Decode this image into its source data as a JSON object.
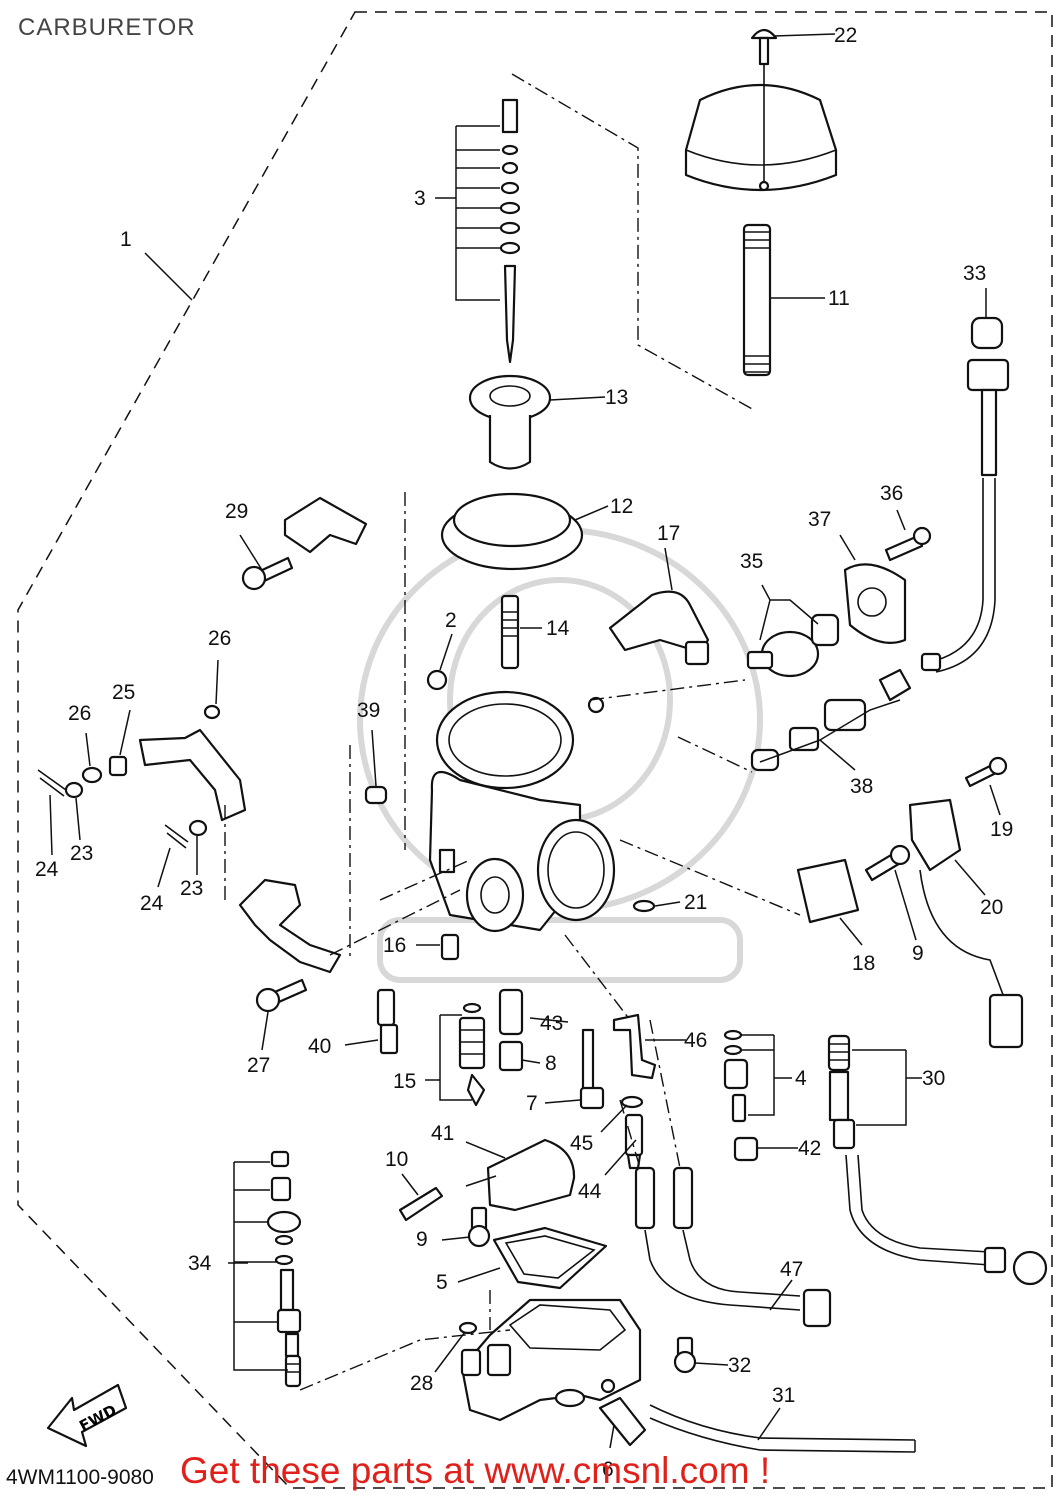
{
  "header": {
    "title": "CARBURETOR"
  },
  "footer": {
    "diagram_code": "4WM1100-9080",
    "promo": "Get these parts at www.cmsnl.com !"
  },
  "fwd_arrow": {
    "label": "FWD"
  },
  "callouts": [
    {
      "id": "1",
      "text": "1"
    },
    {
      "id": "2",
      "text": "2"
    },
    {
      "id": "3",
      "text": "3"
    },
    {
      "id": "4",
      "text": "4"
    },
    {
      "id": "5",
      "text": "5"
    },
    {
      "id": "6",
      "text": "6"
    },
    {
      "id": "7",
      "text": "7"
    },
    {
      "id": "8",
      "text": "8"
    },
    {
      "id": "9a",
      "text": "9"
    },
    {
      "id": "9b",
      "text": "9"
    },
    {
      "id": "10",
      "text": "10"
    },
    {
      "id": "11",
      "text": "11"
    },
    {
      "id": "12",
      "text": "12"
    },
    {
      "id": "13",
      "text": "13"
    },
    {
      "id": "14",
      "text": "14"
    },
    {
      "id": "15",
      "text": "15"
    },
    {
      "id": "16",
      "text": "16"
    },
    {
      "id": "17",
      "text": "17"
    },
    {
      "id": "18",
      "text": "18"
    },
    {
      "id": "19",
      "text": "19"
    },
    {
      "id": "20",
      "text": "20"
    },
    {
      "id": "21",
      "text": "21"
    },
    {
      "id": "22",
      "text": "22"
    },
    {
      "id": "23a",
      "text": "23"
    },
    {
      "id": "23b",
      "text": "23"
    },
    {
      "id": "24a",
      "text": "24"
    },
    {
      "id": "24b",
      "text": "24"
    },
    {
      "id": "25",
      "text": "25"
    },
    {
      "id": "26a",
      "text": "26"
    },
    {
      "id": "26b",
      "text": "26"
    },
    {
      "id": "27",
      "text": "27"
    },
    {
      "id": "28",
      "text": "28"
    },
    {
      "id": "29",
      "text": "29"
    },
    {
      "id": "30",
      "text": "30"
    },
    {
      "id": "31",
      "text": "31"
    },
    {
      "id": "32",
      "text": "32"
    },
    {
      "id": "33",
      "text": "33"
    },
    {
      "id": "34",
      "text": "34"
    },
    {
      "id": "35",
      "text": "35"
    },
    {
      "id": "36",
      "text": "36"
    },
    {
      "id": "37",
      "text": "37"
    },
    {
      "id": "38",
      "text": "38"
    },
    {
      "id": "39",
      "text": "39"
    },
    {
      "id": "40",
      "text": "40"
    },
    {
      "id": "41",
      "text": "41"
    },
    {
      "id": "42",
      "text": "42"
    },
    {
      "id": "43",
      "text": "43"
    },
    {
      "id": "44",
      "text": "44"
    },
    {
      "id": "45",
      "text": "45"
    },
    {
      "id": "46",
      "text": "46"
    },
    {
      "id": "47",
      "text": "47"
    }
  ]
}
